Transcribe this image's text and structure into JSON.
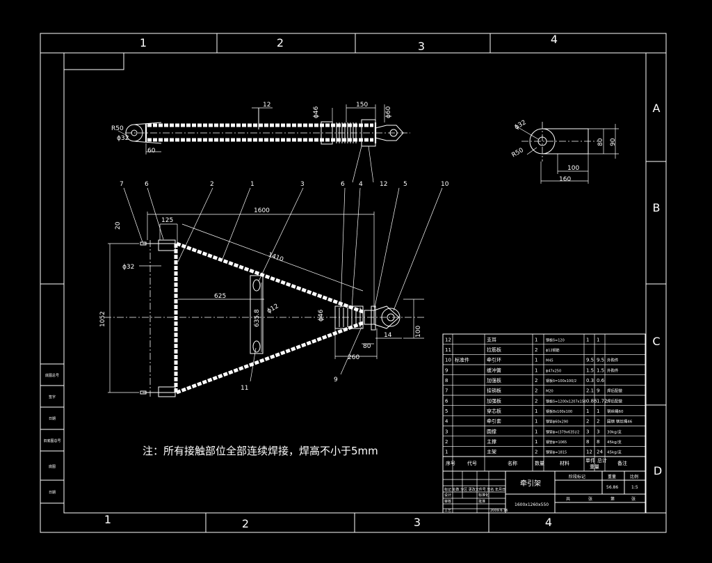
{
  "colors": {
    "background": "#000000",
    "lines": "#ffffff"
  },
  "frame": {
    "top_columns": [
      "1",
      "2",
      "3",
      "4"
    ],
    "bottom_columns": [
      "1",
      "2",
      "3",
      "4"
    ],
    "rows": [
      "A",
      "B",
      "C",
      "D"
    ]
  },
  "left_strip": [
    "底图总号",
    "签字",
    "日期",
    "旧底图总号",
    "底图",
    "日期"
  ],
  "top_view": {
    "dims": {
      "r50": "R50",
      "d32": "ϕ32",
      "w60": "60",
      "w12": "12",
      "d46": "ϕ46",
      "w150": "150",
      "d60": "ϕ60"
    }
  },
  "front_view": {
    "dims": {
      "l1600": "1600",
      "l125": "125",
      "l20": "20",
      "d32": "ϕ32",
      "l1410": "1410",
      "l625": "625",
      "l1052": "1052",
      "l6358": "635.8",
      "d12": "ϕ12",
      "d46": "ϕ46",
      "l80": "80",
      "l14": "14",
      "l100": "100",
      "l260": "260"
    },
    "callouts": [
      "7",
      "6",
      "2",
      "1",
      "3",
      "6",
      "4",
      "12",
      "5",
      "10",
      "11",
      "9"
    ]
  },
  "detail_view": {
    "dims": {
      "d32": "ϕ32",
      "r50": "R50",
      "l80": "80",
      "l90": "90",
      "l100": "100",
      "l160": "160"
    }
  },
  "note": "注：所有接触部位全部连续焊接，焊高不小于5mm",
  "bom": {
    "rows": [
      {
        "no": "12",
        "code": "",
        "name": "支耳",
        "qty": "1",
        "spec": "钢板δ=120",
        "a": "1",
        "b": "1",
        "note": ""
      },
      {
        "no": "11",
        "code": "",
        "name": "拉筋板",
        "qty": "2",
        "spec": "ϕ12钢筋",
        "a": "",
        "b": "",
        "note": ""
      },
      {
        "no": "10",
        "code": "标准件",
        "name": "牵引环",
        "qty": "1",
        "spec": "M45",
        "a": "9.5",
        "b": "9.5",
        "note": "外购件"
      },
      {
        "no": "9",
        "code": "",
        "name": "缓冲簧",
        "qty": "1",
        "spec": "ϕ47x250",
        "a": "1.5",
        "b": "1.5",
        "note": "外购件"
      },
      {
        "no": "8",
        "code": "",
        "name": "加强板",
        "qty": "2",
        "spec": "钢板δ=100x100/2",
        "a": "0.3",
        "b": "0.6",
        "note": ""
      },
      {
        "no": "7",
        "code": "",
        "name": "挂销板",
        "qty": "2",
        "spec": "M20",
        "a": "2.1",
        "b": "9",
        "note": "焊后配做"
      },
      {
        "no": "6",
        "code": "",
        "name": "加强板",
        "qty": "2",
        "spec": "钢板δ=1200x1207x150",
        "a": "0.86",
        "b": "1.72",
        "note": "焊后配做"
      },
      {
        "no": "5",
        "code": "",
        "name": "穿芯板",
        "qty": "1",
        "spec": "钢板8x100x100",
        "a": "1",
        "b": "1",
        "note": "钢丝绳60"
      },
      {
        "no": "4",
        "code": "",
        "name": "牵引套",
        "qty": "1",
        "spec": "钢管ϕ60x290",
        "a": "2",
        "b": "2",
        "note": "圆钢 钢丝绳46"
      },
      {
        "no": "3",
        "code": "",
        "name": "圆撑",
        "qty": "1",
        "spec": "钢管ϕ=(379x635)/2",
        "a": "3",
        "b": "3",
        "note": "30kg/支"
      },
      {
        "no": "2",
        "code": "",
        "name": "主撑",
        "qty": "1",
        "spec": "钢管ϕ=1065",
        "a": "8",
        "b": "8",
        "note": "45kg/支"
      },
      {
        "no": "1",
        "code": "",
        "name": "主架",
        "qty": "2",
        "spec": "钢管ϕ=1815",
        "a": "12",
        "b": "24",
        "note": "45kg/支"
      }
    ],
    "header": {
      "no": "序号",
      "code": "代号",
      "name": "名称",
      "qty": "数量",
      "material": "材料",
      "unit_w": "单件",
      "total_w": "总计",
      "weight": "重量",
      "note": "备注"
    }
  },
  "title_block": {
    "title": "牵引架",
    "drawing_no": "1600x1260x550",
    "stage": "阶段标记",
    "weight": "重量",
    "scale": "比例",
    "weight_val": "56.86",
    "scale_val": "1:5",
    "sheet": "共",
    "sheet2": "张",
    "sheet3": "第",
    "sheet4": "张",
    "sign_row": "标记 处数 分区 更改文件号 签名 年月日",
    "roles": [
      "设计",
      "审核",
      "工艺"
    ],
    "roles2": [
      "标准化",
      "批准"
    ],
    "date": "2009.6.16"
  }
}
